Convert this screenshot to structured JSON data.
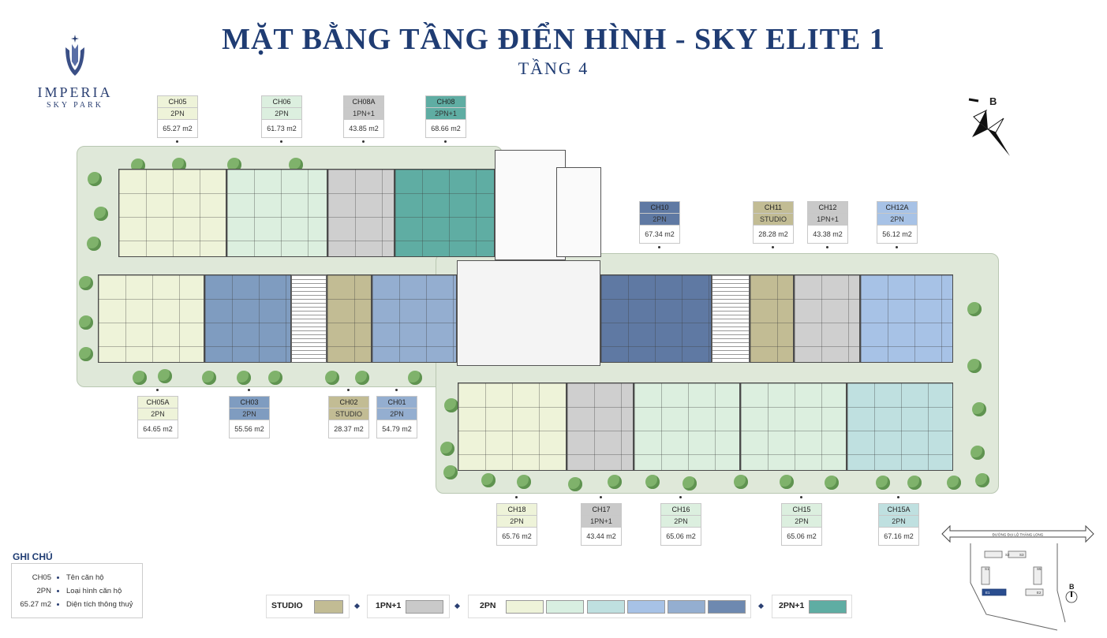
{
  "header": {
    "logo_name": "IMPERIA",
    "logo_sub": "SKY PARK",
    "title": "MẶT BẰNG TẦNG ĐIỂN HÌNH - SKY ELITE 1",
    "subtitle": "TẦNG 4"
  },
  "compass": {
    "north_label": "B"
  },
  "units": [
    {
      "code": "CH05",
      "type": "2PN",
      "area": "65.27 m2",
      "color": "#eef3d9"
    },
    {
      "code": "CH06",
      "type": "2PN",
      "area": "61.73 m2",
      "color": "#dcefdf"
    },
    {
      "code": "CH08A",
      "type": "1PN+1",
      "area": "43.85 m2",
      "color": "#c9c9c9"
    },
    {
      "code": "CH08",
      "type": "2PN+1",
      "area": "68.66 m2",
      "color": "#5fada3"
    },
    {
      "code": "CH10",
      "type": "2PN",
      "area": "67.34 m2",
      "color": "#5f79a3"
    },
    {
      "code": "CH11",
      "type": "STUDIO",
      "area": "28.28 m2",
      "color": "#c2bc94"
    },
    {
      "code": "CH12",
      "type": "1PN+1",
      "area": "43.38 m2",
      "color": "#c9c9c9"
    },
    {
      "code": "CH12A",
      "type": "2PN",
      "area": "56.12 m2",
      "color": "#a7c2e6"
    },
    {
      "code": "CH05A",
      "type": "2PN",
      "area": "64.65 m2",
      "color": "#eef3d9"
    },
    {
      "code": "CH03",
      "type": "2PN",
      "area": "55.56 m2",
      "color": "#7f9cc0"
    },
    {
      "code": "CH02",
      "type": "STUDIO",
      "area": "28.37 m2",
      "color": "#c2bc94"
    },
    {
      "code": "CH01",
      "type": "2PN",
      "area": "54.79 m2",
      "color": "#94aed0"
    },
    {
      "code": "CH18",
      "type": "2PN",
      "area": "65.76 m2",
      "color": "#eef3d9"
    },
    {
      "code": "CH17",
      "type": "1PN+1",
      "area": "43.44 m2",
      "color": "#c9c9c9"
    },
    {
      "code": "CH16",
      "type": "2PN",
      "area": "65.06 m2",
      "color": "#dcefdf"
    },
    {
      "code": "CH15",
      "type": "2PN",
      "area": "65.06 m2",
      "color": "#dcefdf"
    },
    {
      "code": "CH15A",
      "type": "2PN",
      "area": "67.16 m2",
      "color": "#bfe0e0"
    }
  ],
  "notes": {
    "title": "GHI CHÚ",
    "rows": [
      {
        "key": "CH05",
        "value": "Tên căn hộ"
      },
      {
        "key": "2PN",
        "value": "Loại hình căn hộ"
      },
      {
        "key": "65.27 m2",
        "value": "Diện tích thông thuỷ"
      }
    ]
  },
  "type_key": [
    {
      "label": "STUDIO",
      "colors": [
        "#c2bc94"
      ]
    },
    {
      "label": "1PN+1",
      "colors": [
        "#c9c9c9"
      ]
    },
    {
      "label": "2PN",
      "colors": [
        "#eef3d9",
        "#d8efe1",
        "#bfe0e0",
        "#a7c2e6",
        "#94aed0",
        "#6e89b0"
      ]
    },
    {
      "label": "2PN+1",
      "colors": [
        "#5fada3"
      ]
    }
  ],
  "site_map": {
    "road": "ĐƯỜNG ĐẠI LỘ THĂNG LONG",
    "blocks": [
      "S1",
      "S2",
      "S3",
      "S5",
      "E1",
      "E2"
    ],
    "north_label": "B"
  }
}
